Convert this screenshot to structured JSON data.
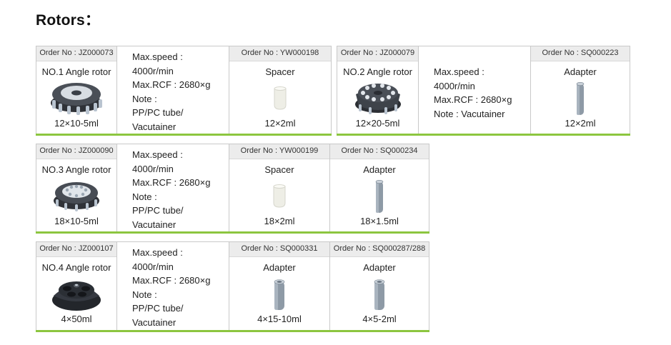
{
  "title": "Rotors：",
  "groups": [
    {
      "rotor": {
        "order": "Order No : JZ000073",
        "name": "NO.1 Angle rotor",
        "capacity": "12×10-5ml"
      },
      "specs": [
        "Max.speed :",
        "4000r/min",
        "Max.RCF : 2680×g",
        "Note :",
        "PP/PC tube/",
        "Vacutainer"
      ],
      "accessories": [
        {
          "order": "Order No : YW000198",
          "name": "Spacer",
          "capacity": "12×2ml"
        }
      ]
    },
    {
      "rotor": {
        "order": "Order No : JZ000079",
        "name": "NO.2 Angle rotor",
        "capacity": "12×20-5ml"
      },
      "specs": [
        "Max.speed :",
        "4000r/min",
        "Max.RCF : 2680×g",
        "Note : Vacutainer"
      ],
      "accessories": [
        {
          "order": "Order No : SQ000223",
          "name": "Adapter",
          "capacity": "12×2ml"
        }
      ]
    },
    {
      "rotor": {
        "order": "Order No : JZ000090",
        "name": "NO.3 Angle rotor",
        "capacity": "18×10-5ml"
      },
      "specs": [
        "Max.speed :",
        "4000r/min",
        "Max.RCF : 2680×g",
        "Note :",
        "PP/PC tube/",
        "Vacutainer"
      ],
      "accessories": [
        {
          "order": "Order No : YW000199",
          "name": "Spacer",
          "capacity": "18×2ml"
        },
        {
          "order": "Order No : SQ000234",
          "name": "Adapter",
          "capacity": "18×1.5ml"
        }
      ]
    },
    {
      "rotor": {
        "order": "Order No : JZ000107",
        "name": "NO.4 Angle rotor",
        "capacity": "4×50ml"
      },
      "specs": [
        "Max.speed :",
        "4000r/min",
        "Max.RCF : 2680×g",
        "Note :",
        "PP/PC tube/",
        "Vacutainer"
      ],
      "accessories": [
        {
          "order": "Order No : SQ000331",
          "name": "Adapter",
          "capacity": "4×15-10ml"
        },
        {
          "order": "Order No : SQ000287/288",
          "name": "Adapter",
          "capacity": "4×5-2ml"
        }
      ]
    }
  ],
  "colors": {
    "accent_line": "#8cc63f",
    "header_bg": "#ececec",
    "border": "#c9c9c9",
    "rotor_body": "#3a3f47",
    "tube": "#8e9aa6"
  }
}
